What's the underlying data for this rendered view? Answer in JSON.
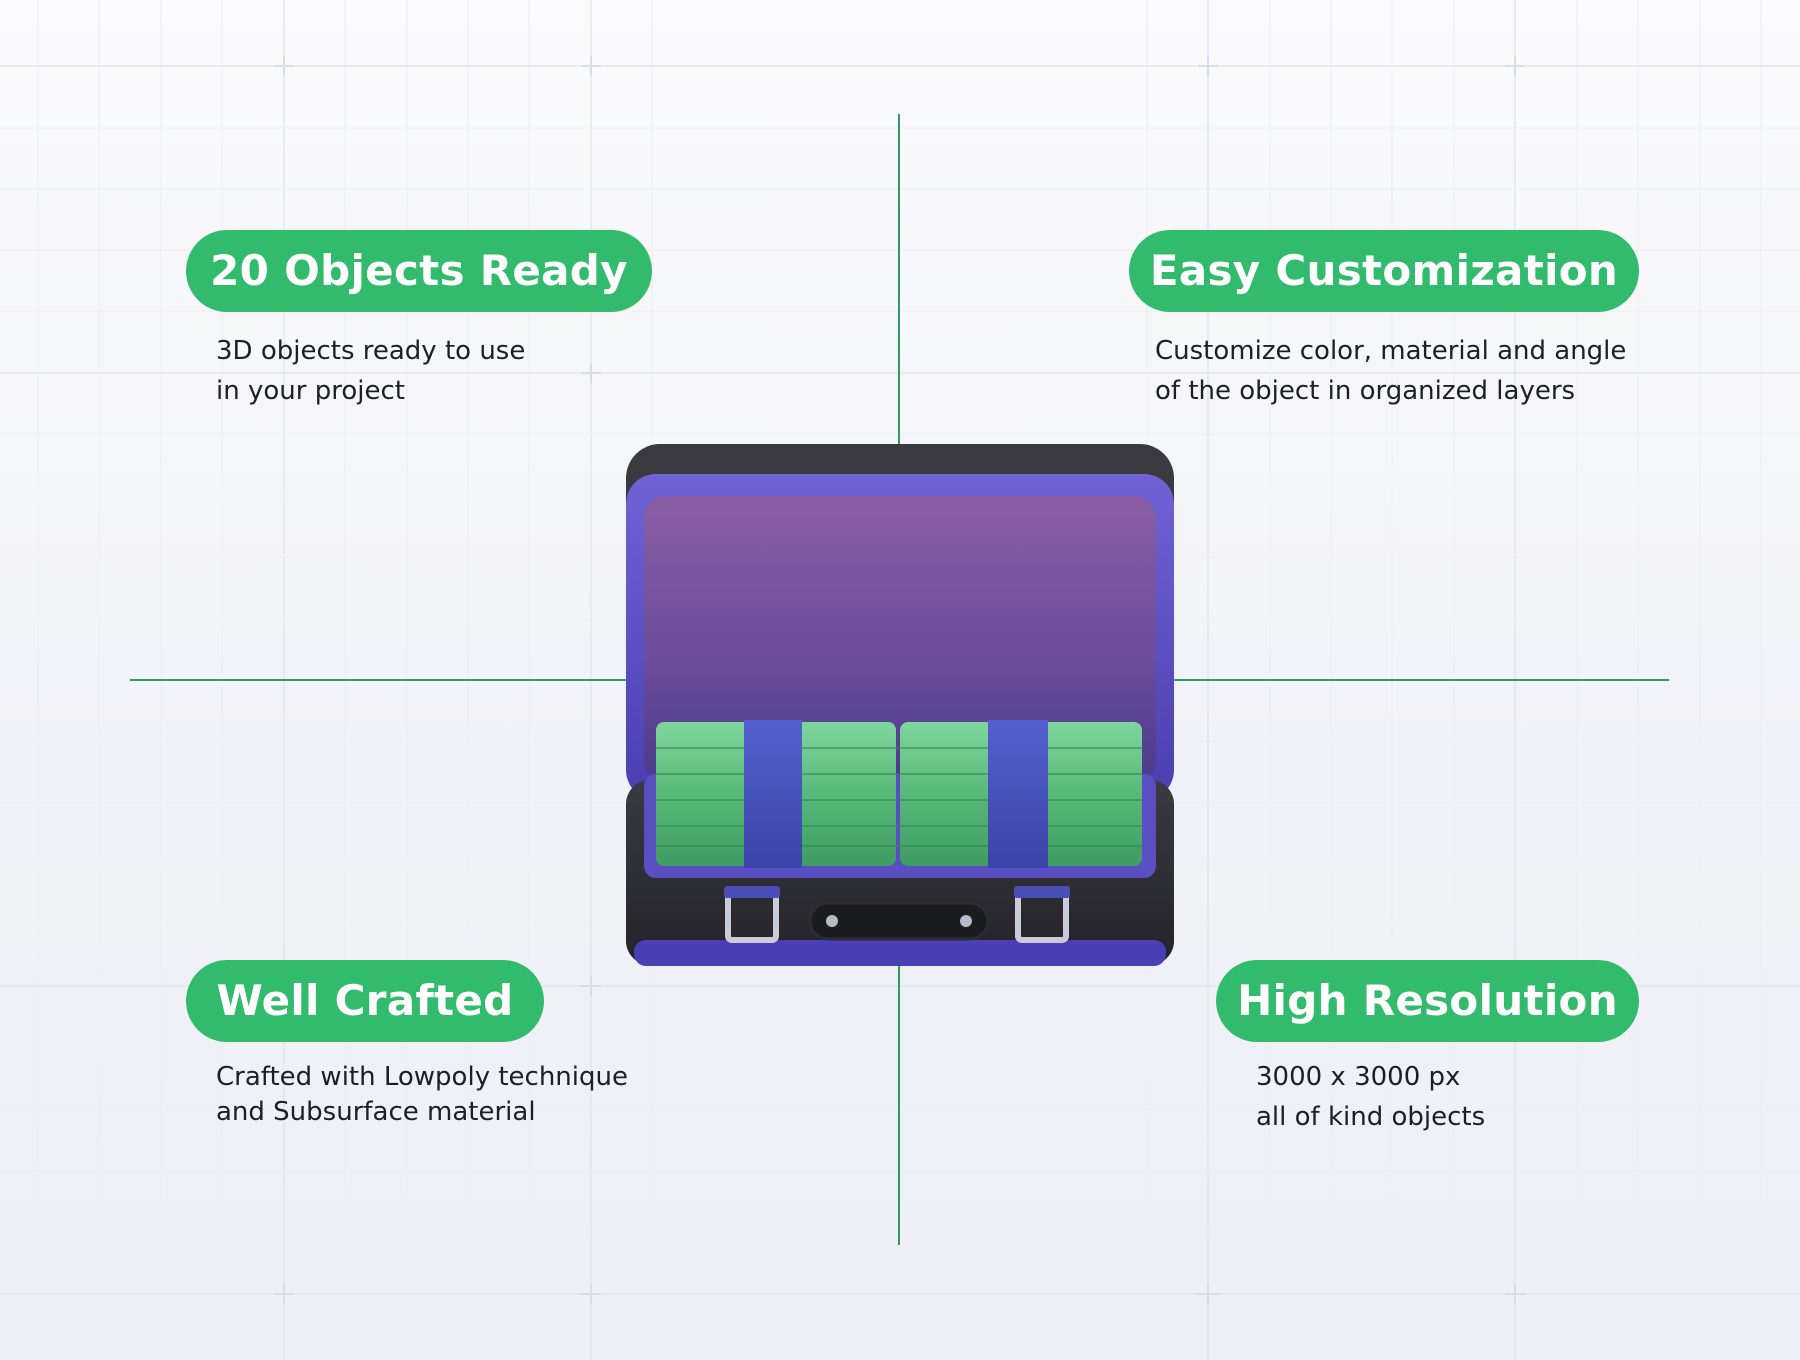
{
  "features": {
    "top_left": {
      "title": "20 Objects Ready",
      "line1": "3D objects ready to use",
      "line2": "in your project"
    },
    "top_right": {
      "title": "Easy Customization",
      "line1": "Customize color, material and angle",
      "line2": "of the object in organized layers"
    },
    "bottom_left": {
      "title": "Well Crafted",
      "line1": "Crafted with Lowpoly technique",
      "line2": "and Subsurface material"
    },
    "bottom_right": {
      "title": "High Resolution",
      "line1": "3000 x 3000 px",
      "line2": "all of kind objects"
    }
  },
  "colors": {
    "accent_green": "#33bb6d",
    "axis_green": "#2e9d63",
    "case_purple": "#5a4fc0",
    "case_dark": "#2a2a30",
    "money_green": "#6fcf8e"
  },
  "illustration": {
    "icon": "open-briefcase-with-cash-icon"
  }
}
